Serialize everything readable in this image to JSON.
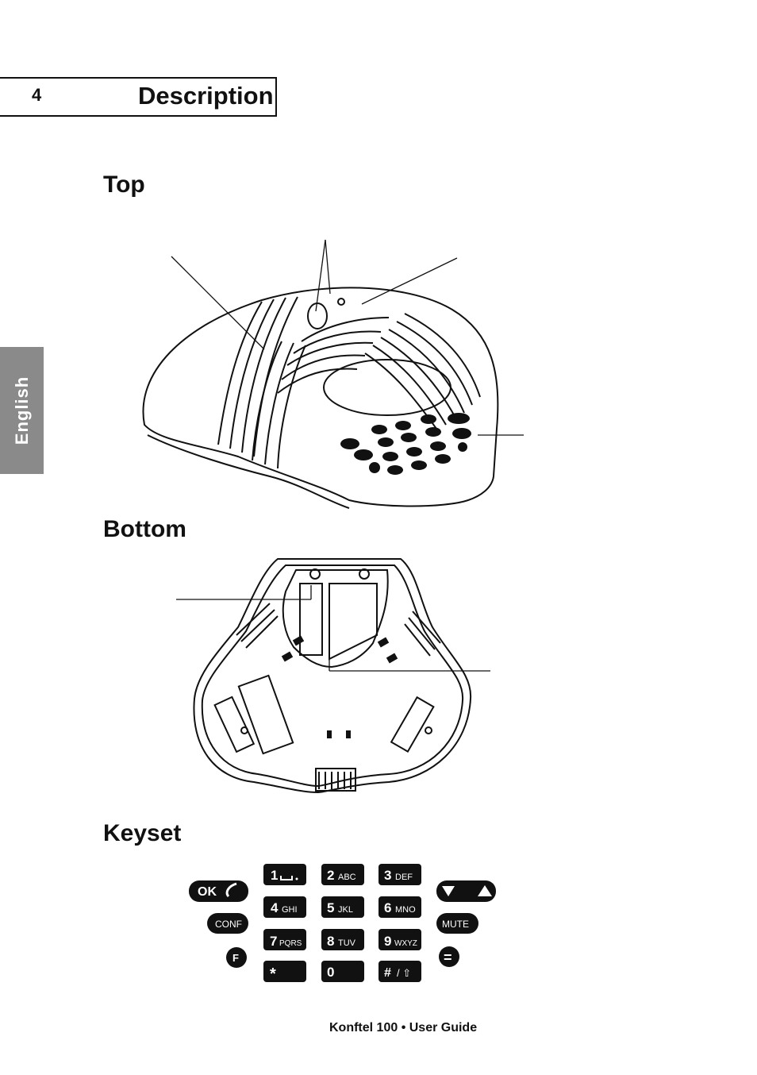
{
  "chapter": {
    "number": "4",
    "title": "Description"
  },
  "side_tab": {
    "label": "English"
  },
  "sections": {
    "top": "Top",
    "bottom": "Bottom",
    "keyset": "Keyset"
  },
  "keyset": {
    "ok": "OK",
    "conf": "CONF",
    "f": "F",
    "mute": "MUTE",
    "equals": "=",
    "digits": [
      "1",
      "2",
      "3",
      "4",
      "5",
      "6",
      "7",
      "8",
      "9",
      "*",
      "0",
      "#"
    ],
    "letters": [
      "",
      "ABC",
      "DEF",
      "GHI",
      "JKL",
      "MNO",
      "PQRS",
      "TUV",
      "WXYZ",
      "",
      "",
      "/ ⇧"
    ]
  },
  "footer": {
    "text": "Konftel 100 • User Guide"
  }
}
